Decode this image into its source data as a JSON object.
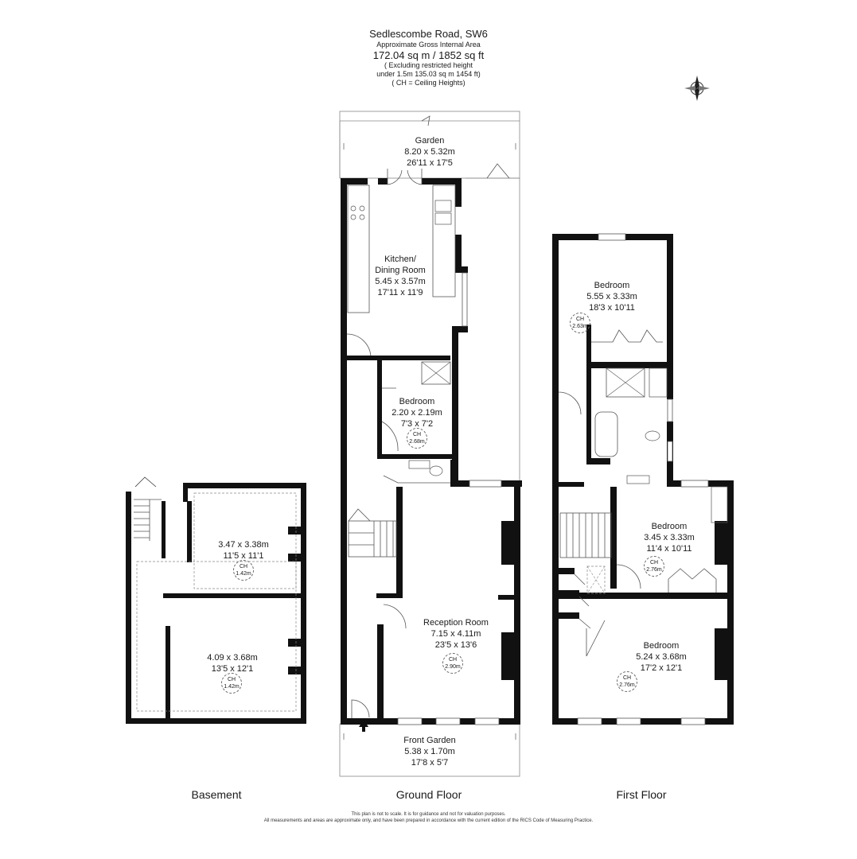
{
  "header": {
    "address": "Sedlescombe Road, SW6",
    "area_caption": "Approximate Gross Internal Area",
    "total_area": "172.04 sq m / 1852 sq ft",
    "restricted_line1": "( Excluding restricted height",
    "restricted_line2": "under 1.5m 135.03 sq m 1454 ft)",
    "ch_note": "( CH = Ceiling Heights)"
  },
  "compass": {
    "label": "N"
  },
  "floors": {
    "basement": "Basement",
    "ground": "Ground Floor",
    "first": "First Floor"
  },
  "rooms": {
    "garden": {
      "name": "Garden",
      "metric": "8.20 x 5.32m",
      "imperial": "26'11 x 17'5"
    },
    "kitchen": {
      "name1": "Kitchen/",
      "name2": "Dining Room",
      "metric": "5.45 x 3.57m",
      "imperial": "17'11 x 11'9"
    },
    "gf_bedroom": {
      "name": "Bedroom",
      "metric": "2.20 x 2.19m",
      "imperial": "7'3 x 7'2",
      "ch": "2.68m"
    },
    "reception": {
      "name": "Reception Room",
      "metric": "7.15 x 4.11m",
      "imperial": "23'5 x 13'6",
      "ch": "2.90m"
    },
    "front_garden": {
      "name": "Front Garden",
      "metric": "5.38 x 1.70m",
      "imperial": "17'8 x 5'7"
    },
    "basement_upper": {
      "metric": "3.47 x 3.38m",
      "imperial": "11'5 x 11'1",
      "ch": "1.42m"
    },
    "basement_lower": {
      "metric": "4.09 x 3.68m",
      "imperial": "13'5 x 12'1",
      "ch": "1.42m"
    },
    "ff_bedroom_rear": {
      "name": "Bedroom",
      "metric": "5.55 x 3.33m",
      "imperial": "18'3 x 10'11",
      "ch": "2.63m"
    },
    "ff_bedroom_mid": {
      "name": "Bedroom",
      "metric": "3.45 x 3.33m",
      "imperial": "11'4 x 10'11",
      "ch": "2.76m"
    },
    "ff_bedroom_front": {
      "name": "Bedroom",
      "metric": "5.24 x 3.68m",
      "imperial": "17'2 x 12'1",
      "ch": "2.76m"
    }
  },
  "ch_label": "CH",
  "footer": {
    "line1": "This plan is not to scale. It is for guidance and not for valuation purposes.",
    "line2": "All measurements and areas are approximate only, and have been prepared in accordance with the current edition of the RICS Code of Measuring Practice."
  },
  "colors": {
    "wall": "#111111",
    "line": "#555555",
    "background": "#ffffff"
  }
}
